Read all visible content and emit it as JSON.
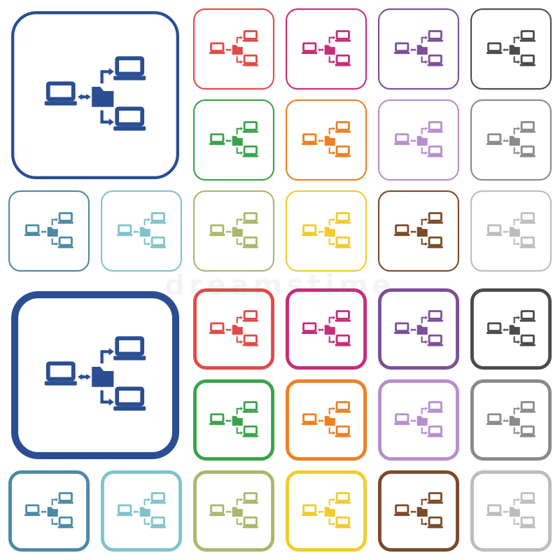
{
  "watermark": "dreamstime",
  "icon_name": "network-file-sharing-icon",
  "sets": [
    {
      "name": "outlined-set",
      "variant": "thin-border",
      "tiles": [
        {
          "color": "#2b4e93",
          "name": "blue"
        },
        {
          "color": "#4c8aa5",
          "name": "steel-blue"
        },
        {
          "color": "#7fc4cc",
          "name": "cyan"
        },
        {
          "color": "#e14a48",
          "name": "red"
        },
        {
          "color": "#c82c78",
          "name": "magenta"
        },
        {
          "color": "#7d4f96",
          "name": "purple"
        },
        {
          "color": "#4b4b4b",
          "name": "dark-gray"
        },
        {
          "color": "#3aa34a",
          "name": "green"
        },
        {
          "color": "#ef7f23",
          "name": "orange"
        },
        {
          "color": "#b78dd0",
          "name": "lilac"
        },
        {
          "color": "#8a8a8a",
          "name": "gray"
        },
        {
          "color": "#a9b86c",
          "name": "olive"
        },
        {
          "color": "#f1cc2c",
          "name": "yellow"
        },
        {
          "color": "#7c4a2a",
          "name": "brown"
        },
        {
          "color": "#bdbdbd",
          "name": "light-gray"
        }
      ]
    },
    {
      "name": "bold-outlined-set",
      "variant": "thick-border",
      "tiles": [
        {
          "color": "#2b4e93",
          "name": "blue"
        },
        {
          "color": "#4c8aa5",
          "name": "steel-blue"
        },
        {
          "color": "#7fc4cc",
          "name": "cyan"
        },
        {
          "color": "#e14a48",
          "name": "red"
        },
        {
          "color": "#c82c78",
          "name": "magenta"
        },
        {
          "color": "#7d4f96",
          "name": "purple"
        },
        {
          "color": "#4b4b4b",
          "name": "dark-gray"
        },
        {
          "color": "#3aa34a",
          "name": "green"
        },
        {
          "color": "#ef7f23",
          "name": "orange"
        },
        {
          "color": "#b78dd0",
          "name": "lilac"
        },
        {
          "color": "#8a8a8a",
          "name": "gray"
        },
        {
          "color": "#a9b86c",
          "name": "olive"
        },
        {
          "color": "#f1cc2c",
          "name": "yellow"
        },
        {
          "color": "#7c4a2a",
          "name": "brown"
        },
        {
          "color": "#bdbdbd",
          "name": "light-gray"
        }
      ]
    }
  ]
}
